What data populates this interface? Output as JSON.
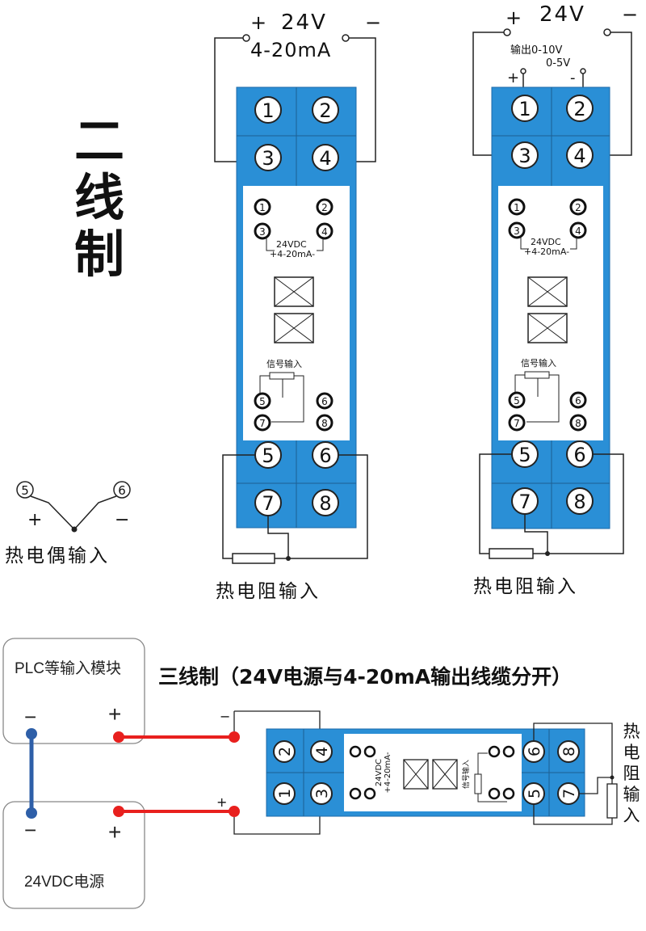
{
  "two_wire": {
    "title_chars": [
      "二",
      "线",
      "制"
    ],
    "left_module": {
      "supply_plus": "+",
      "supply_voltage": "24V",
      "supply_minus": "−",
      "signal_label": "4-20mA",
      "caption": "热电阻输入"
    },
    "right_module": {
      "supply_plus": "+",
      "supply_voltage": "24V",
      "supply_minus": "−",
      "output_label_line1": "输出0-10V",
      "output_label_line2": "0-5V",
      "out_plus": "+",
      "out_minus": "-",
      "caption": "热电阻输入"
    },
    "module_inner": {
      "line1": "24VDC",
      "line2": "+4-20mA-",
      "signal_input": "信号输入"
    },
    "thermocouple": {
      "terminal_a": "5",
      "terminal_b": "6",
      "plus": "+",
      "minus": "−",
      "caption": "热电偶输入"
    },
    "terminal_numbers": [
      "1",
      "2",
      "3",
      "4",
      "5",
      "6",
      "7",
      "8"
    ]
  },
  "three_wire": {
    "heading": "三线制（24V电源与4-20mA输出线缆分开）",
    "plc_box": {
      "label": "PLC等输入模块",
      "minus": "−",
      "plus": "+"
    },
    "power_box": {
      "label": "24VDC电源",
      "minus": "−",
      "plus": "+"
    },
    "wire_minus": "−",
    "wire_plus": "+",
    "side_caption_chars": [
      "热",
      "电",
      "阻",
      "输",
      "入"
    ],
    "module_inner": {
      "line1": "24VDC",
      "line2": "+4-20mA-",
      "signal_input": "信号输入"
    }
  },
  "colors": {
    "terminal_blue": "#2a8fd6",
    "wire_red": "#e8201e",
    "bridge_blue": "#2e5fa8",
    "line_dark": "#222222"
  }
}
